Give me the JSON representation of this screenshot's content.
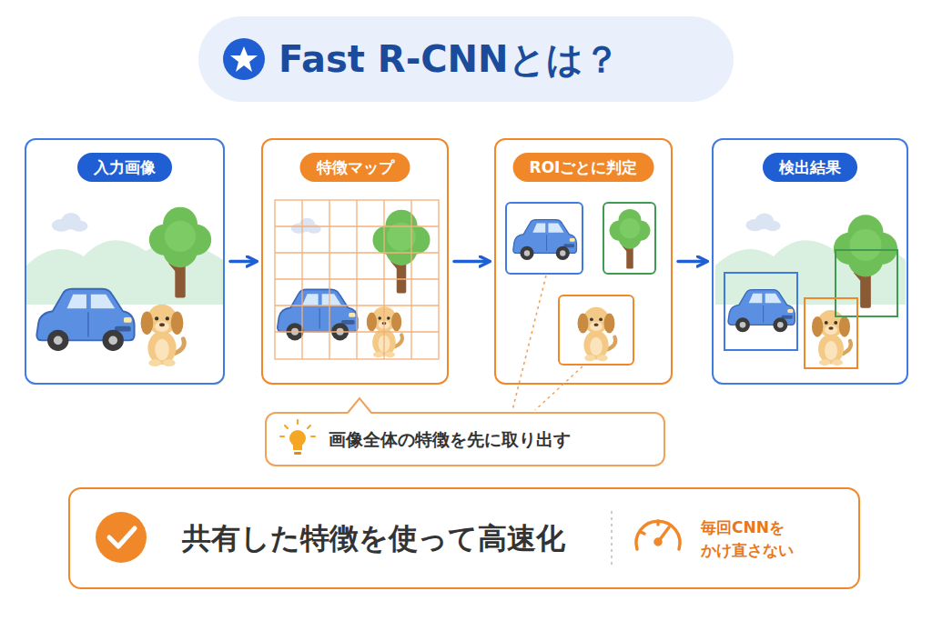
{
  "diagram": {
    "title": "Fast R-CNNとは？",
    "nodes": [
      {
        "text": [
          "入力画像"
        ]
      },
      {
        "text": [
          "特徴マップ"
        ]
      },
      {
        "text": [
          "ROIごとに判定"
        ]
      },
      {
        "text": [
          "検出結果"
        ]
      },
      {
        "text": [
          "画像全体の特徴を先に取り出す"
        ]
      },
      {
        "text": [
          "共有した特徴を使って高速化",
          "毎回CNNを かけ直さない"
        ]
      }
    ],
    "edges": [
      {
        "from": 0,
        "to": 1,
        "arrow": "to"
      },
      {
        "from": 1,
        "to": 2,
        "arrow": "to"
      },
      {
        "from": 2,
        "to": 3,
        "arrow": "to"
      }
    ]
  }
}
